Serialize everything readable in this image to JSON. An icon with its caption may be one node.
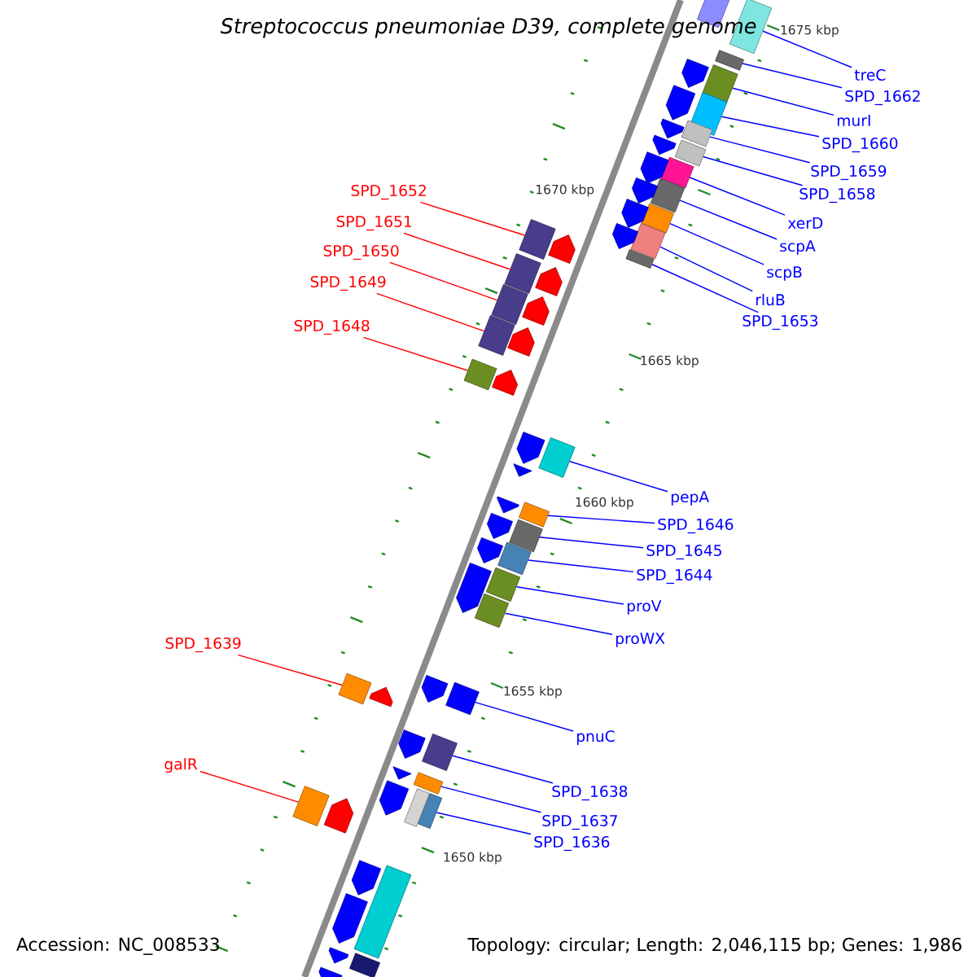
{
  "diagram": {
    "title": "Streptococcus pneumoniae D39, complete genome",
    "nodes": [
      {
        "text": [
          "treC"
        ]
      },
      {
        "text": [
          "SPD_1662"
        ]
      },
      {
        "text": [
          "murI"
        ]
      },
      {
        "text": [
          "SPD_1660"
        ]
      },
      {
        "text": [
          "SPD_1659"
        ]
      },
      {
        "text": [
          "SPD_1658"
        ]
      },
      {
        "text": [
          "xerD"
        ]
      },
      {
        "text": [
          "scpA"
        ]
      },
      {
        "text": [
          "scpB"
        ]
      },
      {
        "text": [
          "rluB"
        ]
      },
      {
        "text": [
          "SPD_1653"
        ]
      },
      {
        "text": [
          "SPD_1652"
        ]
      },
      {
        "text": [
          "SPD_1651"
        ]
      },
      {
        "text": [
          "SPD_1650"
        ]
      },
      {
        "text": [
          "SPD_1649"
        ]
      },
      {
        "text": [
          "SPD_1648"
        ]
      },
      {
        "text": [
          "pepA"
        ]
      },
      {
        "text": [
          "SPD_1646"
        ]
      },
      {
        "text": [
          "SPD_1645"
        ]
      },
      {
        "text": [
          "SPD_1644"
        ]
      },
      {
        "text": [
          "proV"
        ]
      },
      {
        "text": [
          "proWX"
        ]
      },
      {
        "text": [
          "SPD_1639"
        ]
      },
      {
        "text": [
          "pnuC"
        ]
      },
      {
        "text": [
          "galR"
        ]
      },
      {
        "text": [
          "SPD_1638"
        ]
      },
      {
        "text": [
          "SPD_1637"
        ]
      },
      {
        "text": [
          "SPD_1636"
        ]
      },
      {
        "text": [],
        "shape": "box"
      },
      {
        "text": [],
        "shape": "box"
      },
      {
        "text": [],
        "shape": "box"
      },
      {
        "text": [],
        "shape": "box"
      },
      {
        "text": [],
        "shape": "box"
      },
      {
        "text": [],
        "shape": "box"
      },
      {
        "text": [],
        "shape": "box"
      },
      {
        "text": [],
        "shape": "box"
      },
      {
        "text": [],
        "shape": "box"
      },
      {
        "text": [],
        "shape": "box"
      },
      {
        "text": [],
        "shape": "box"
      },
      {
        "text": [],
        "shape": "box"
      },
      {
        "text": [],
        "shape": "box"
      },
      {
        "text": [],
        "shape": "box"
      },
      {
        "text": [],
        "shape": "box"
      },
      {
        "text": [],
        "shape": "box"
      },
      {
        "text": [],
        "shape": "box"
      },
      {
        "text": [],
        "shape": "box"
      },
      {
        "text": [],
        "shape": "box"
      },
      {
        "text": [],
        "shape": "box"
      },
      {
        "text": [],
        "shape": "box"
      },
      {
        "text": [],
        "shape": "box"
      },
      {
        "text": [],
        "shape": "box"
      },
      {
        "text": [],
        "shape": "box"
      },
      {
        "text": [],
        "shape": "box"
      },
      {
        "text": [],
        "shape": "box"
      },
      {
        "text": [],
        "shape": "box"
      },
      {
        "text": [],
        "shape": "box"
      },
      {
        "text": [],
        "shape": "box"
      },
      {
        "text": [],
        "shape": "arrow"
      },
      {
        "text": [],
        "shape": "arrow"
      },
      {
        "text": [],
        "shape": "arrow"
      },
      {
        "text": [],
        "shape": "arrow"
      },
      {
        "text": [],
        "shape": "arrow"
      },
      {
        "text": [],
        "shape": "arrow"
      },
      {
        "text": [],
        "shape": "arrow"
      },
      {
        "text": [],
        "shape": "arrow"
      },
      {
        "text": [],
        "shape": "arrow"
      },
      {
        "text": [],
        "shape": "arrow"
      },
      {
        "text": [],
        "shape": "arrow"
      },
      {
        "text": [],
        "shape": "arrow"
      },
      {
        "text": [],
        "shape": "arrow"
      },
      {
        "text": [],
        "shape": "arrow"
      },
      {
        "text": [],
        "shape": "arrow"
      },
      {
        "text": [],
        "shape": "arrow"
      },
      {
        "text": [],
        "shape": "arrow"
      },
      {
        "text": [],
        "shape": "arrow"
      },
      {
        "text": [],
        "shape": "arrow"
      },
      {
        "text": [],
        "shape": "arrow"
      },
      {
        "text": [],
        "shape": "arrow"
      },
      {
        "text": [],
        "shape": "arrow"
      },
      {
        "text": [],
        "shape": "arrow"
      },
      {
        "text": [],
        "shape": "arrow"
      },
      {
        "text": [],
        "shape": "arrow"
      },
      {
        "text": [],
        "shape": "box"
      },
      {
        "text": [],
        "shape": "arrow"
      },
      {
        "text": [],
        "shape": "arrow"
      },
      {
        "text": [],
        "shape": "arrow"
      },
      {
        "text": [],
        "shape": "arrow"
      },
      {
        "text": [],
        "shape": "box"
      },
      {
        "text": [],
        "shape": "box"
      }
    ],
    "edges": [
      {
        "from": 0,
        "to": 28,
        "arrow": "none"
      },
      {
        "from": 1,
        "to": 29,
        "arrow": "none"
      },
      {
        "from": 2,
        "to": 30,
        "arrow": "none"
      },
      {
        "from": 3,
        "to": 31,
        "arrow": "none"
      },
      {
        "from": 4,
        "to": 32,
        "arrow": "none"
      },
      {
        "from": 5,
        "to": 33,
        "arrow": "none"
      },
      {
        "from": 6,
        "to": 34,
        "arrow": "none"
      },
      {
        "from": 7,
        "to": 35,
        "arrow": "none"
      },
      {
        "from": 8,
        "to": 36,
        "arrow": "none"
      },
      {
        "from": 9,
        "to": 37,
        "arrow": "none"
      },
      {
        "from": 10,
        "to": 38,
        "arrow": "none"
      },
      {
        "from": 11,
        "to": 39,
        "arrow": "none",
        "color": "#ff0000"
      },
      {
        "from": 12,
        "to": 40,
        "arrow": "none",
        "color": "#ff0000"
      },
      {
        "from": 13,
        "to": 41,
        "arrow": "none",
        "color": "#ff0000"
      },
      {
        "from": 14,
        "to": 42,
        "arrow": "none",
        "color": "#ff0000"
      },
      {
        "from": 15,
        "to": 43,
        "arrow": "none",
        "color": "#ff0000"
      },
      {
        "from": 16,
        "to": 44,
        "arrow": "none"
      },
      {
        "from": 17,
        "to": 45,
        "arrow": "none"
      },
      {
        "from": 18,
        "to": 46,
        "arrow": "none"
      },
      {
        "from": 19,
        "to": 47,
        "arrow": "none"
      },
      {
        "from": 20,
        "to": 48,
        "arrow": "none"
      },
      {
        "from": 21,
        "to": 49,
        "arrow": "none"
      },
      {
        "from": 22,
        "to": 50,
        "arrow": "none",
        "color": "#ff0000"
      },
      {
        "from": 23,
        "to": 51,
        "arrow": "none"
      },
      {
        "from": 24,
        "to": 52,
        "arrow": "none",
        "color": "#ff0000"
      },
      {
        "from": 25,
        "to": 53,
        "arrow": "none"
      },
      {
        "from": 26,
        "to": 54,
        "arrow": "none"
      },
      {
        "from": 27,
        "to": 55,
        "arrow": "none"
      }
    ],
    "labels": [
      "1675 kbp",
      "1670 kbp",
      "1665 kbp",
      "1660 kbp",
      "1655 kbp",
      "1650 kbp",
      "Accession: NC_008533",
      "Topology: circular; Length: 2,046,115 bp; Genes: 1,986"
    ]
  }
}
